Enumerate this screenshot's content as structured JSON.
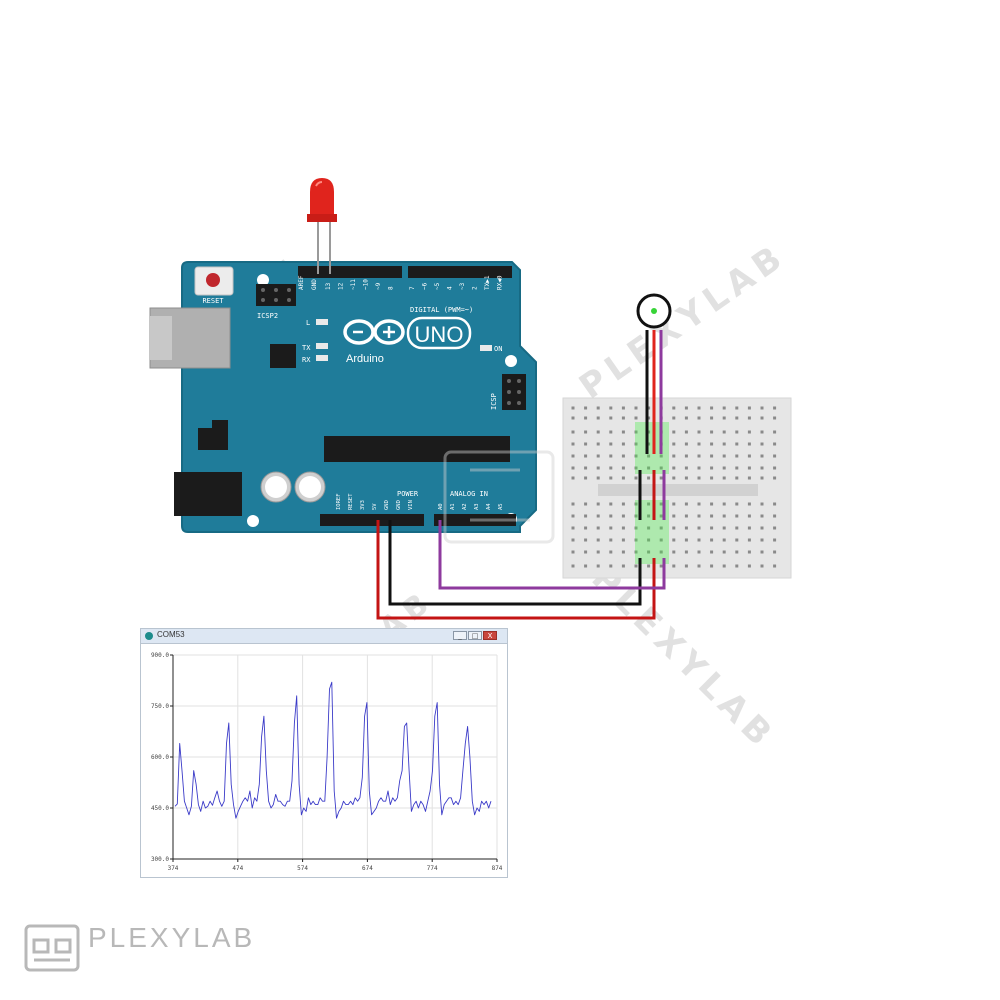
{
  "board": {
    "reset_label": "RESET",
    "icsp2_label": "ICSP2",
    "icsp_label": "ICSP",
    "aref_label": "AREF",
    "gnd_label": "GND",
    "digital_pins": [
      "13",
      "12",
      "~11",
      "~10",
      "~9",
      "8",
      "7",
      "~6",
      "~5",
      "4",
      "~3",
      "2",
      "TX▶1",
      "RX◀0"
    ],
    "digital_label": "DIGITAL (PWM=~)",
    "l_label": "L",
    "tx_label": "TX",
    "rx_label": "RX",
    "logo_text": "UNO",
    "brand_text": "Arduino",
    "on_label": "ON",
    "power_label": "POWER",
    "analog_label": "ANALOG IN",
    "power_pins": [
      "IOREF",
      "RESET",
      "3V3",
      "5V",
      "GND",
      "GND",
      "VIN"
    ],
    "analog_pins": [
      "A0",
      "A1",
      "A2",
      "A3",
      "A4",
      "A5"
    ]
  },
  "watermark": {
    "text": "PLEXYLAB"
  },
  "plotter": {
    "title": "COM53",
    "buttons": [
      "_",
      "□",
      "X"
    ],
    "y_ticks": [
      "900.0",
      "750.0",
      "600.0",
      "450.0",
      "300.0"
    ],
    "x_ticks": [
      "374",
      "474",
      "574",
      "674",
      "774",
      "874"
    ],
    "colors": {
      "line": "#3b3bc8",
      "grid": "#e2e2e2",
      "axis": "#222222"
    }
  },
  "chart_data": {
    "type": "line",
    "ylim": [
      300,
      900
    ],
    "xlim": [
      374,
      874
    ],
    "series": [
      {
        "values": [
          455,
          462,
          640,
          560,
          470,
          450,
          430,
          455,
          560,
          520,
          460,
          440,
          470,
          450,
          455,
          470,
          458,
          480,
          500,
          470,
          455,
          470,
          640,
          700,
          520,
          460,
          420,
          440,
          455,
          470,
          480,
          470,
          500,
          450,
          480,
          470,
          520,
          660,
          720,
          560,
          470,
          450,
          460,
          490,
          470,
          470,
          460,
          455,
          470,
          470,
          530,
          700,
          780,
          520,
          430,
          450,
          440,
          480,
          460,
          470,
          460,
          460,
          480,
          470,
          470,
          600,
          800,
          820,
          500,
          420,
          440,
          450,
          470,
          460,
          460,
          470,
          460,
          480,
          470,
          480,
          540,
          720,
          760,
          500,
          430,
          440,
          450,
          470,
          480,
          470,
          470,
          500,
          460,
          480,
          470,
          480,
          530,
          560,
          690,
          700,
          560,
          440,
          460,
          470,
          450,
          470,
          460,
          440,
          470,
          500,
          560,
          720,
          760,
          520,
          430,
          460,
          470,
          480,
          480,
          460,
          470,
          460,
          480,
          560,
          640,
          690,
          600,
          470,
          430,
          450,
          440,
          470,
          460,
          470,
          450,
          470
        ]
      }
    ]
  }
}
